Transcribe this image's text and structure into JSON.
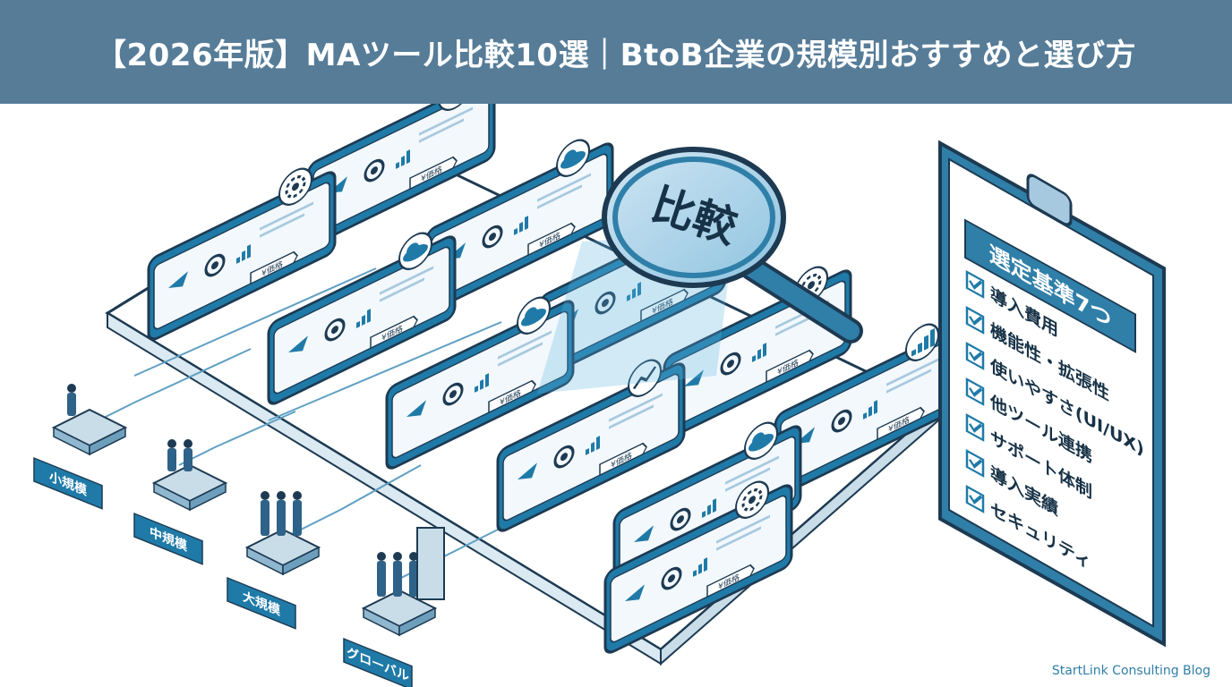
{
  "header": {
    "title": "【2026年版】MAツール比較10選｜BtoB企業の規模別おすすめと選び方"
  },
  "magnifier": {
    "label": "比較"
  },
  "tool_cards": {
    "price_tag": "¥価格",
    "top_icons": [
      "gear-icon",
      "cloud-icon",
      "gear-icon",
      "bar-chart-icon",
      "cloud-icon",
      "gear-icon",
      "cloud-icon",
      "bar-chart-icon",
      "trend-chart-icon",
      "cloud-icon",
      "gear-icon"
    ]
  },
  "company_sizes": [
    {
      "label": "小規模"
    },
    {
      "label": "中規模"
    },
    {
      "label": "大規模"
    },
    {
      "label": "グローバル"
    }
  ],
  "clipboard": {
    "title": "選定基準7つ",
    "items": [
      {
        "label": "導入費用"
      },
      {
        "label": "機能性・拡張性"
      },
      {
        "label": "使いやすさ(UI/UX)"
      },
      {
        "label": "他ツール連携"
      },
      {
        "label": "サポート体制"
      },
      {
        "label": "導入実績"
      },
      {
        "label": "セキュリティ"
      }
    ]
  },
  "footer": {
    "brand": "StartLink Consulting Blog"
  },
  "colors": {
    "header_bg": "#567c98",
    "primary": "#1f7aa8",
    "dark": "#1d3a52",
    "light": "#e3eff6",
    "accent": "#2f7fa8"
  }
}
